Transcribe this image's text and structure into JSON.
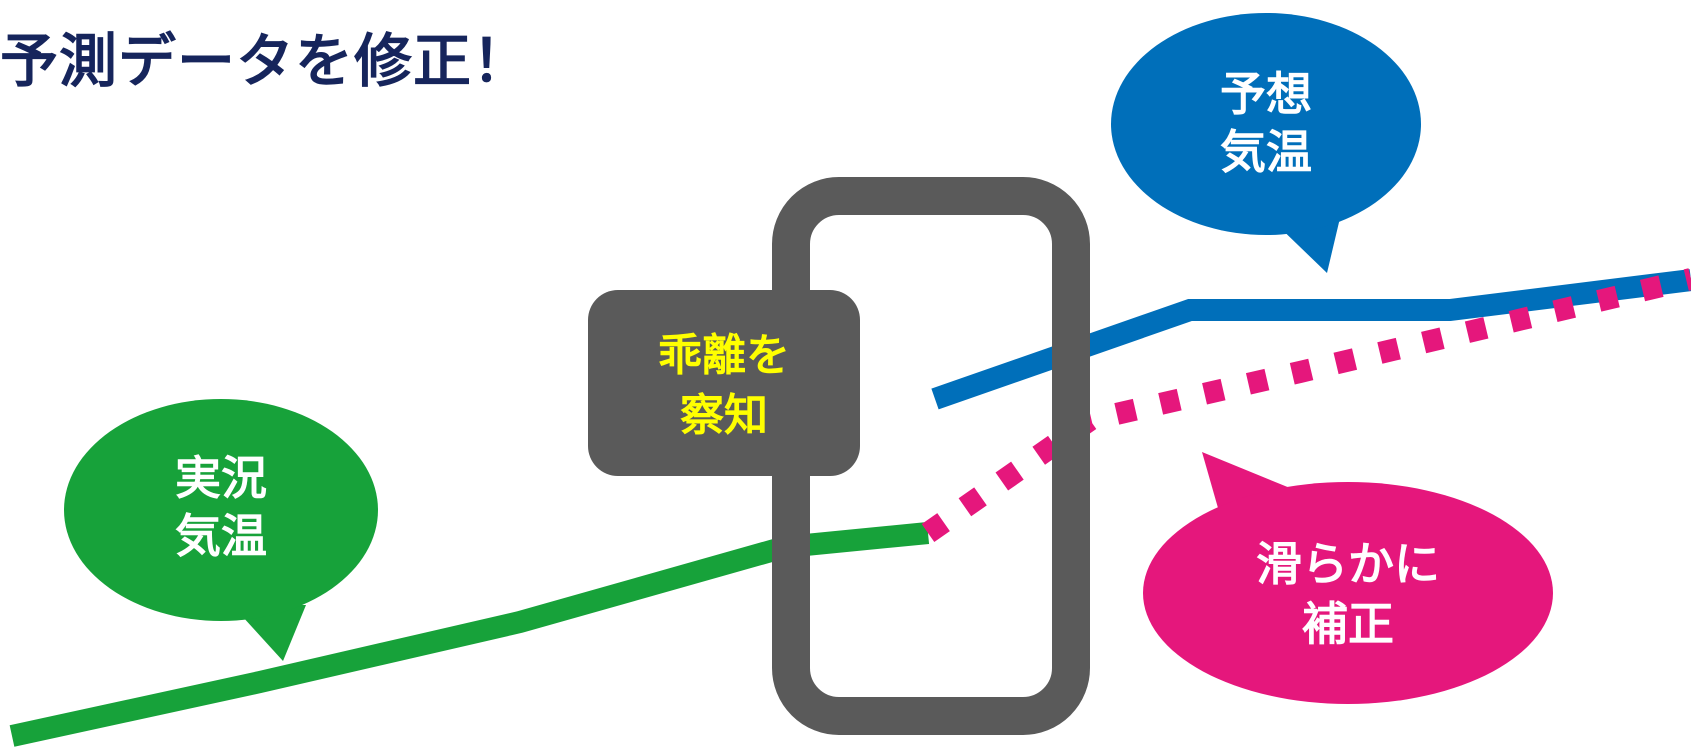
{
  "title": "予測データを修正！",
  "bubbles": {
    "forecast": {
      "line1": "予想",
      "line2": "気温",
      "color": "#006fba"
    },
    "observed": {
      "line1": "実況",
      "line2": "気温",
      "color": "#17a23a"
    },
    "corrected": {
      "line1": "滑らかに",
      "line2": "補正",
      "color": "#e5177c"
    }
  },
  "detect_box": {
    "line1": "乖離を",
    "line2": "察知",
    "text_color": "#ffff00",
    "box_color": "#5a5a5a"
  },
  "colors": {
    "title": "#16255c",
    "frame": "#5a5a5a",
    "text": "#ffffff"
  }
}
